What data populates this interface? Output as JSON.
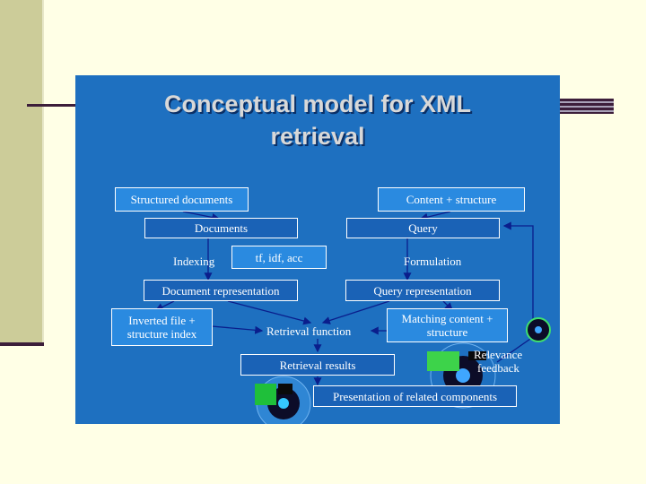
{
  "title": {
    "line1": "Conceptual model for XML",
    "line2": "retrieval"
  },
  "boxes": {
    "structured_documents": "Structured documents",
    "content_structure": "Content + structure",
    "documents": "Documents",
    "query": "Query",
    "tf_idf": "tf, idf, acc",
    "document_representation": "Document representation",
    "query_representation": "Query representation",
    "inverted_file_l1": "Inverted file +",
    "inverted_file_l2": "structure index",
    "matching_l1": "Matching content +",
    "matching_l2": "structure",
    "retrieval_results": "Retrieval results",
    "presentation": "Presentation of related components"
  },
  "labels": {
    "indexing": "Indexing",
    "formulation": "Formulation",
    "retrieval_function": "Retrieval  function",
    "relevance_l1": "Relevance",
    "relevance_l2": "feedback"
  },
  "colors": {
    "background": "#FFFFE6",
    "sidebar": "#CCCC99",
    "slide": "#1E70C0",
    "accent": "#3C1E3A",
    "line": "#0A1E8C"
  }
}
